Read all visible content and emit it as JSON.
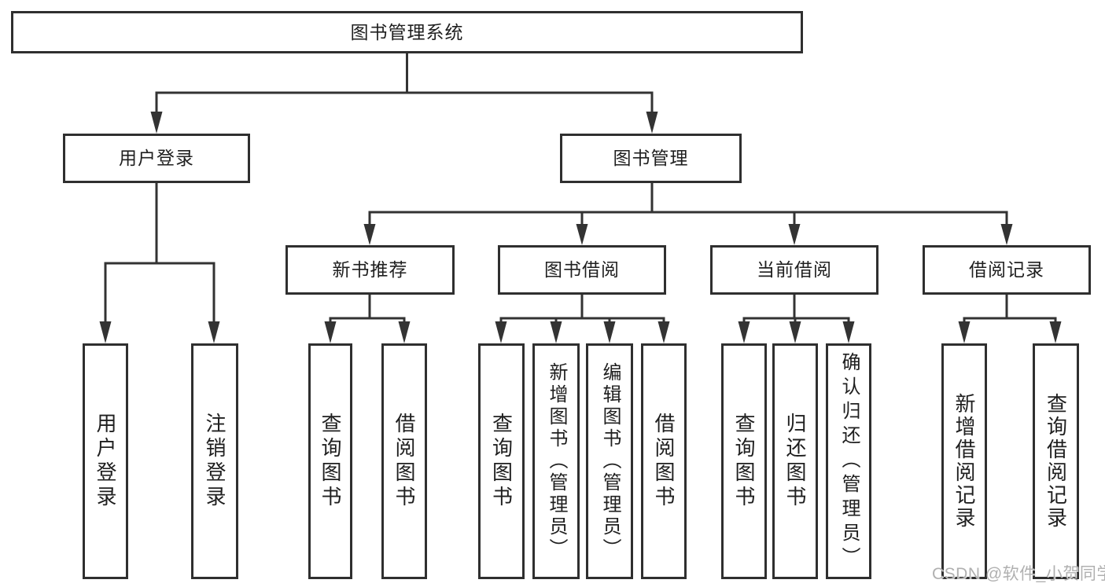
{
  "title": "图书管理系统",
  "watermark": "CSDN @软件_小贺同学",
  "colors": {
    "line": "#333333",
    "box_border": "#2f2f2f",
    "text": "#1f1f1f",
    "watermark": "#b0b0b0",
    "background": "#ffffff"
  },
  "tree": {
    "label": "图书管理系统",
    "children": [
      {
        "label": "用户登录",
        "children": [
          {
            "label": "用户登录"
          },
          {
            "label": "注销登录"
          }
        ]
      },
      {
        "label": "图书管理",
        "children": [
          {
            "label": "新书推荐",
            "children": [
              {
                "label": "查询图书"
              },
              {
                "label": "借阅图书"
              }
            ]
          },
          {
            "label": "图书借阅",
            "children": [
              {
                "label": "查询图书"
              },
              {
                "label": "新增图书（管理员）"
              },
              {
                "label": "编辑图书（管理员）"
              },
              {
                "label": "借阅图书"
              }
            ]
          },
          {
            "label": "当前借阅",
            "children": [
              {
                "label": "查询图书"
              },
              {
                "label": "归还图书"
              },
              {
                "label": "确认归还（管理员）"
              }
            ]
          },
          {
            "label": "借阅记录",
            "children": [
              {
                "label": "新增借阅记录"
              },
              {
                "label": "查询借阅记录"
              }
            ]
          }
        ]
      }
    ]
  }
}
